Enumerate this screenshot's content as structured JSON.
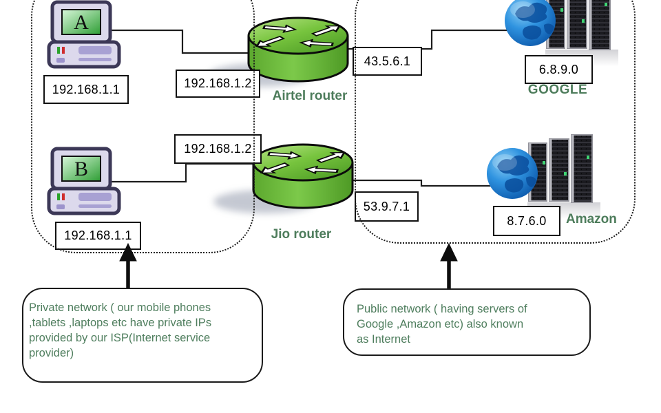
{
  "regions": {
    "private": {
      "name": "private-network",
      "note_lines": [
        "Private network ( our mobile phones",
        ",tablets ,laptops etc have private IPs",
        "provided by our ISP(Internet service",
        "provider)"
      ]
    },
    "public": {
      "name": "public-network",
      "note_lines": [
        "Public network ( having servers of",
        "Google ,Amazon etc) also known",
        "as Internet"
      ]
    }
  },
  "nodes": {
    "computer_a": {
      "icon": "desktop-computer-icon",
      "letter": "A",
      "ip": "192.168.1.1"
    },
    "computer_b": {
      "icon": "desktop-computer-icon",
      "letter": "B",
      "ip": "192.168.1.1"
    },
    "airtel_router": {
      "icon": "router-icon",
      "label": "Airtel router",
      "lan_ip": "192.168.1.2",
      "wan_ip": "43.5.6.1"
    },
    "jio_router": {
      "icon": "router-icon",
      "label": "Jio router",
      "lan_ip": "192.168.1.2",
      "wan_ip": "53.9.7.1"
    },
    "google": {
      "icon": "globe-server-rack-icon",
      "label": "GOOGLE",
      "ip": "6.8.9.0"
    },
    "amazon": {
      "icon": "globe-server-rack-icon",
      "label": "Amazon",
      "ip": "8.7.6.0"
    }
  },
  "colors": {
    "label_green": "#4d7c5b",
    "note_green": "#4f7e5e",
    "router_green": "#6db93c",
    "globe_blue": "#2f93e0",
    "computer_body": "#dcd9ec",
    "computer_outline": "#3c3857",
    "line_black": "#1b1b1b"
  }
}
